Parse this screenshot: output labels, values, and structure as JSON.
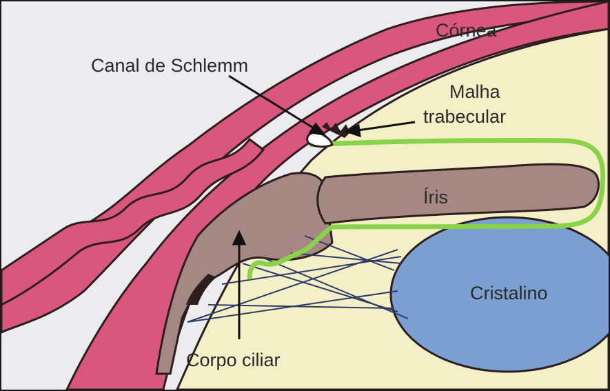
{
  "labels": {
    "cornea": "Córnea",
    "schlemm": "Canal de Schlemm",
    "malha_line1": "Malha",
    "malha_line2": "trabecular",
    "iris": "Íris",
    "cristalino": "Cristalino",
    "corpo_ciliar": "Corpo ciliar"
  },
  "colors": {
    "cornea": "#d9577e",
    "aqueous": "#f3efc6",
    "background": "#ececf0",
    "iris": "#a58883",
    "ciliary": "#a58883",
    "flow": "#8bd24b",
    "lens": "#7a9fd0",
    "outline": "#2d1d1d"
  }
}
